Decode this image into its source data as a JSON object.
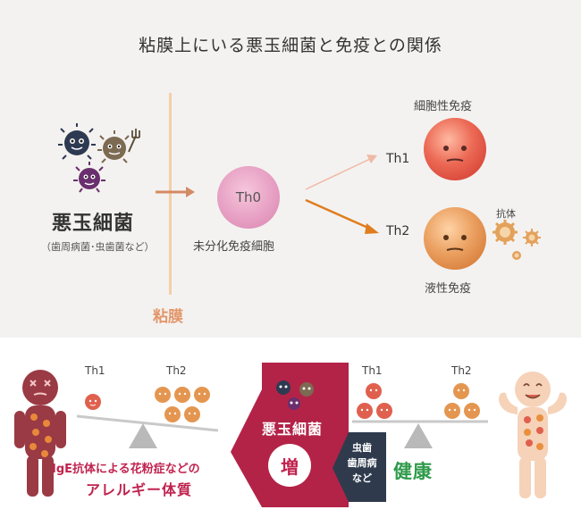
{
  "title": "粘膜上にいる悪玉細菌と免疫との関係",
  "membrane_label": "粘膜",
  "bacteria": {
    "label": "悪玉細菌",
    "sub": "（歯周病菌･虫歯菌など）"
  },
  "th0": {
    "label": "Th0",
    "caption": "未分化免疫細胞"
  },
  "th1": {
    "label": "Th1",
    "immunity": "細胞性免疫"
  },
  "th2": {
    "label": "Th2",
    "immunity": "液性免疫",
    "antibody": "抗体"
  },
  "bottom": {
    "left_th1": "Th1",
    "left_th2": "Th2",
    "right_th1": "Th1",
    "right_th2": "Th2",
    "allergy_line1": "IgE抗体による花粉症などの",
    "allergy_line2": "アレルギー体質",
    "bad_bacteria": "悪玉細菌",
    "increase": "増",
    "oral_line1": "虫歯",
    "oral_line2": "歯周病",
    "oral_line3": "など",
    "healthy": "健康"
  },
  "colors": {
    "accent_orange": "#e08a3c",
    "membrane": "#f4cfa8",
    "crimson": "#c0234e",
    "green": "#2f9a4a",
    "navy": "#2f3b4d"
  }
}
